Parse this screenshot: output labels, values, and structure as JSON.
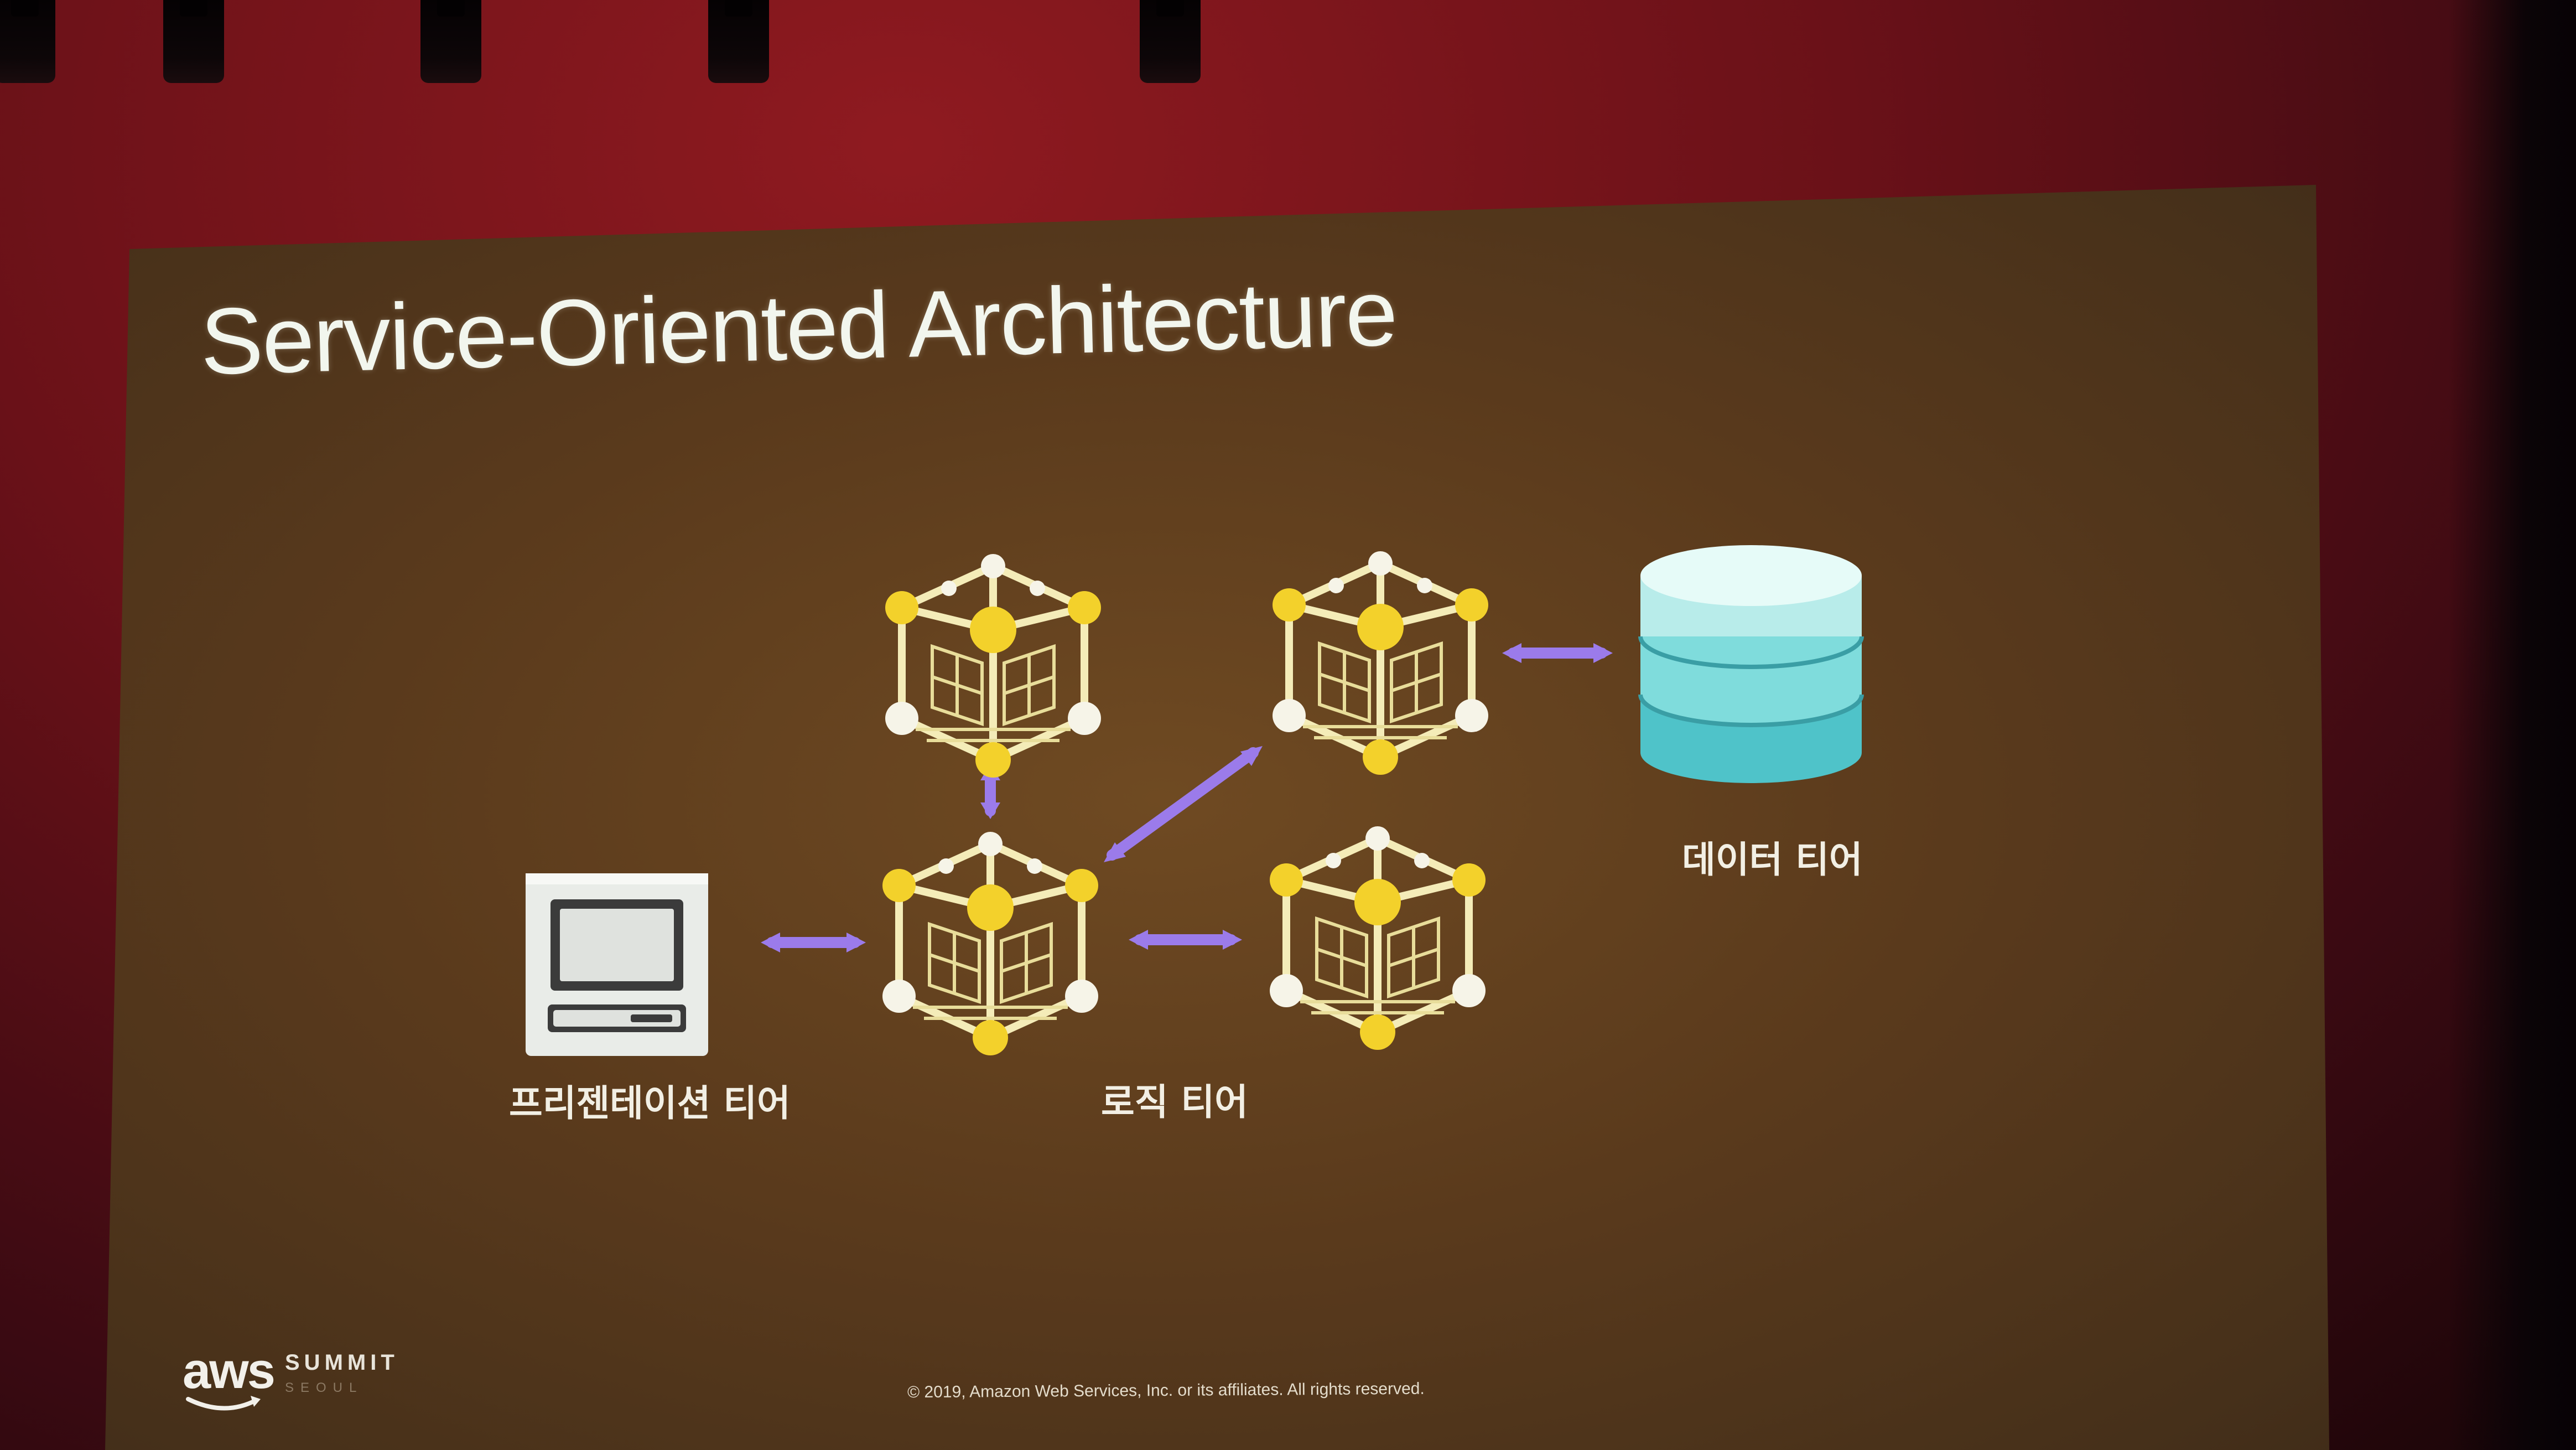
{
  "slide": {
    "title": "Service-Oriented Architecture",
    "labels": {
      "presentation": "프리젠테이션 티어",
      "logic": "로직 티어",
      "data": "데이터 티어"
    },
    "footer": "© 2019, Amazon Web Services, Inc. or its affiliates. All rights reserved.",
    "logo": {
      "aws": "aws",
      "summit": "SUMMIT",
      "city": "SEOUL"
    }
  },
  "icons": {
    "presentation": "computer-terminal-icon",
    "services": "service-cube-icon",
    "data": "database-cylinder-icon"
  },
  "colors": {
    "arrow": "#9b7bea",
    "service_frame": "#f4ecb8",
    "service_node": "#f3d12b",
    "database_top": "#d8f5f2",
    "database_body": "#5fd3d6"
  }
}
